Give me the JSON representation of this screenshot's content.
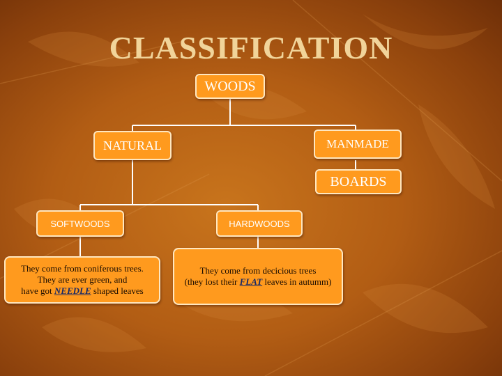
{
  "title": "CLASSIFICATION",
  "nodes": {
    "woods": "WOODS",
    "natural": "NATURAL",
    "manmade": "MANMADE",
    "boards": "BOARDS",
    "softwoods": "SOFTWOODS",
    "hardwoods": "HARDWOODS"
  },
  "softwoods_desc": {
    "line1": "They come from coniferous trees.",
    "line2": "They are ever green, and",
    "line3_pre": "have got ",
    "line3_em": "NEEDLE",
    "line3_post": " shaped leaves"
  },
  "hardwoods_desc": {
    "line1": "They come from decicious trees",
    "line2_pre": "(they lost their ",
    "line2_em": "FLAT",
    "line2_post": " leaves in autumm)"
  },
  "colors": {
    "background": "#b25d14",
    "box_fill": "#ff9a1e",
    "box_border": "#ffe7c0",
    "title": "#f1d49a",
    "connector": "#ffffff"
  }
}
